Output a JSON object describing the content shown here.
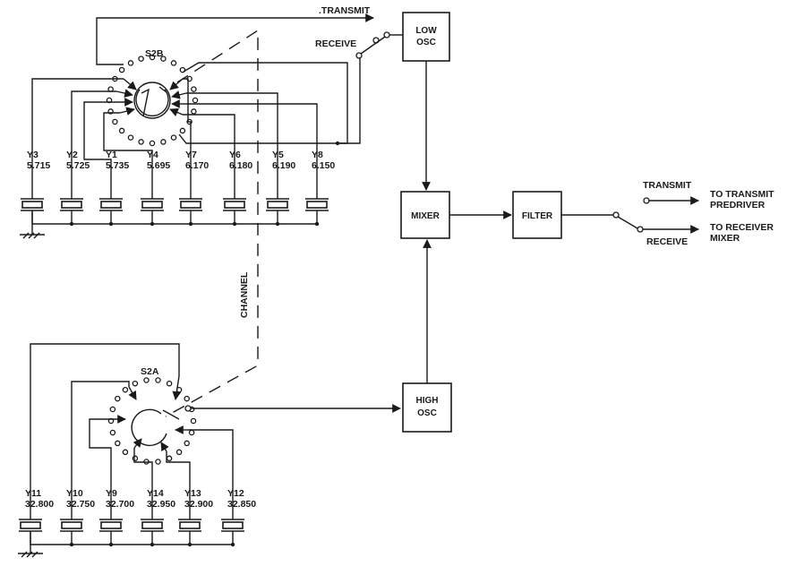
{
  "labels": {
    "transmit_top": ".TRANSMIT",
    "receive_top": "RECEIVE",
    "s2b": "S2B",
    "s2a": "S2A",
    "channel": "CHANNEL",
    "transmit_right": "TRANSMIT",
    "receive_right": "RECEIVE",
    "to_transmit_1": "TO TRANSMIT",
    "to_transmit_2": "PREDRIVER",
    "to_receiver_1": "TO RECEIVER",
    "to_receiver_2": "MIXER"
  },
  "blocks": {
    "low_osc_1": "LOW",
    "low_osc_2": "OSC",
    "mixer": "MIXER",
    "filter": "FILTER",
    "high_osc_1": "HIGH",
    "high_osc_2": "OSC"
  },
  "crystals_top": [
    {
      "name": "Y3",
      "freq": "5.715"
    },
    {
      "name": "Y2",
      "freq": "5.725"
    },
    {
      "name": "Y1",
      "freq": "5.735"
    },
    {
      "name": "Y4",
      "freq": "5.695"
    },
    {
      "name": "Y7",
      "freq": "6.170"
    },
    {
      "name": "Y6",
      "freq": "6.180"
    },
    {
      "name": "Y5",
      "freq": "6.190"
    },
    {
      "name": "Y8",
      "freq": "6.150"
    }
  ],
  "crystals_bottom": [
    {
      "name": "Y11",
      "freq": "32.800"
    },
    {
      "name": "Y10",
      "freq": "32.750"
    },
    {
      "name": "Y9",
      "freq": "32.700"
    },
    {
      "name": "Y14",
      "freq": "32.950"
    },
    {
      "name": "Y13",
      "freq": "32.900"
    },
    {
      "name": "Y12",
      "freq": "32.850"
    }
  ]
}
